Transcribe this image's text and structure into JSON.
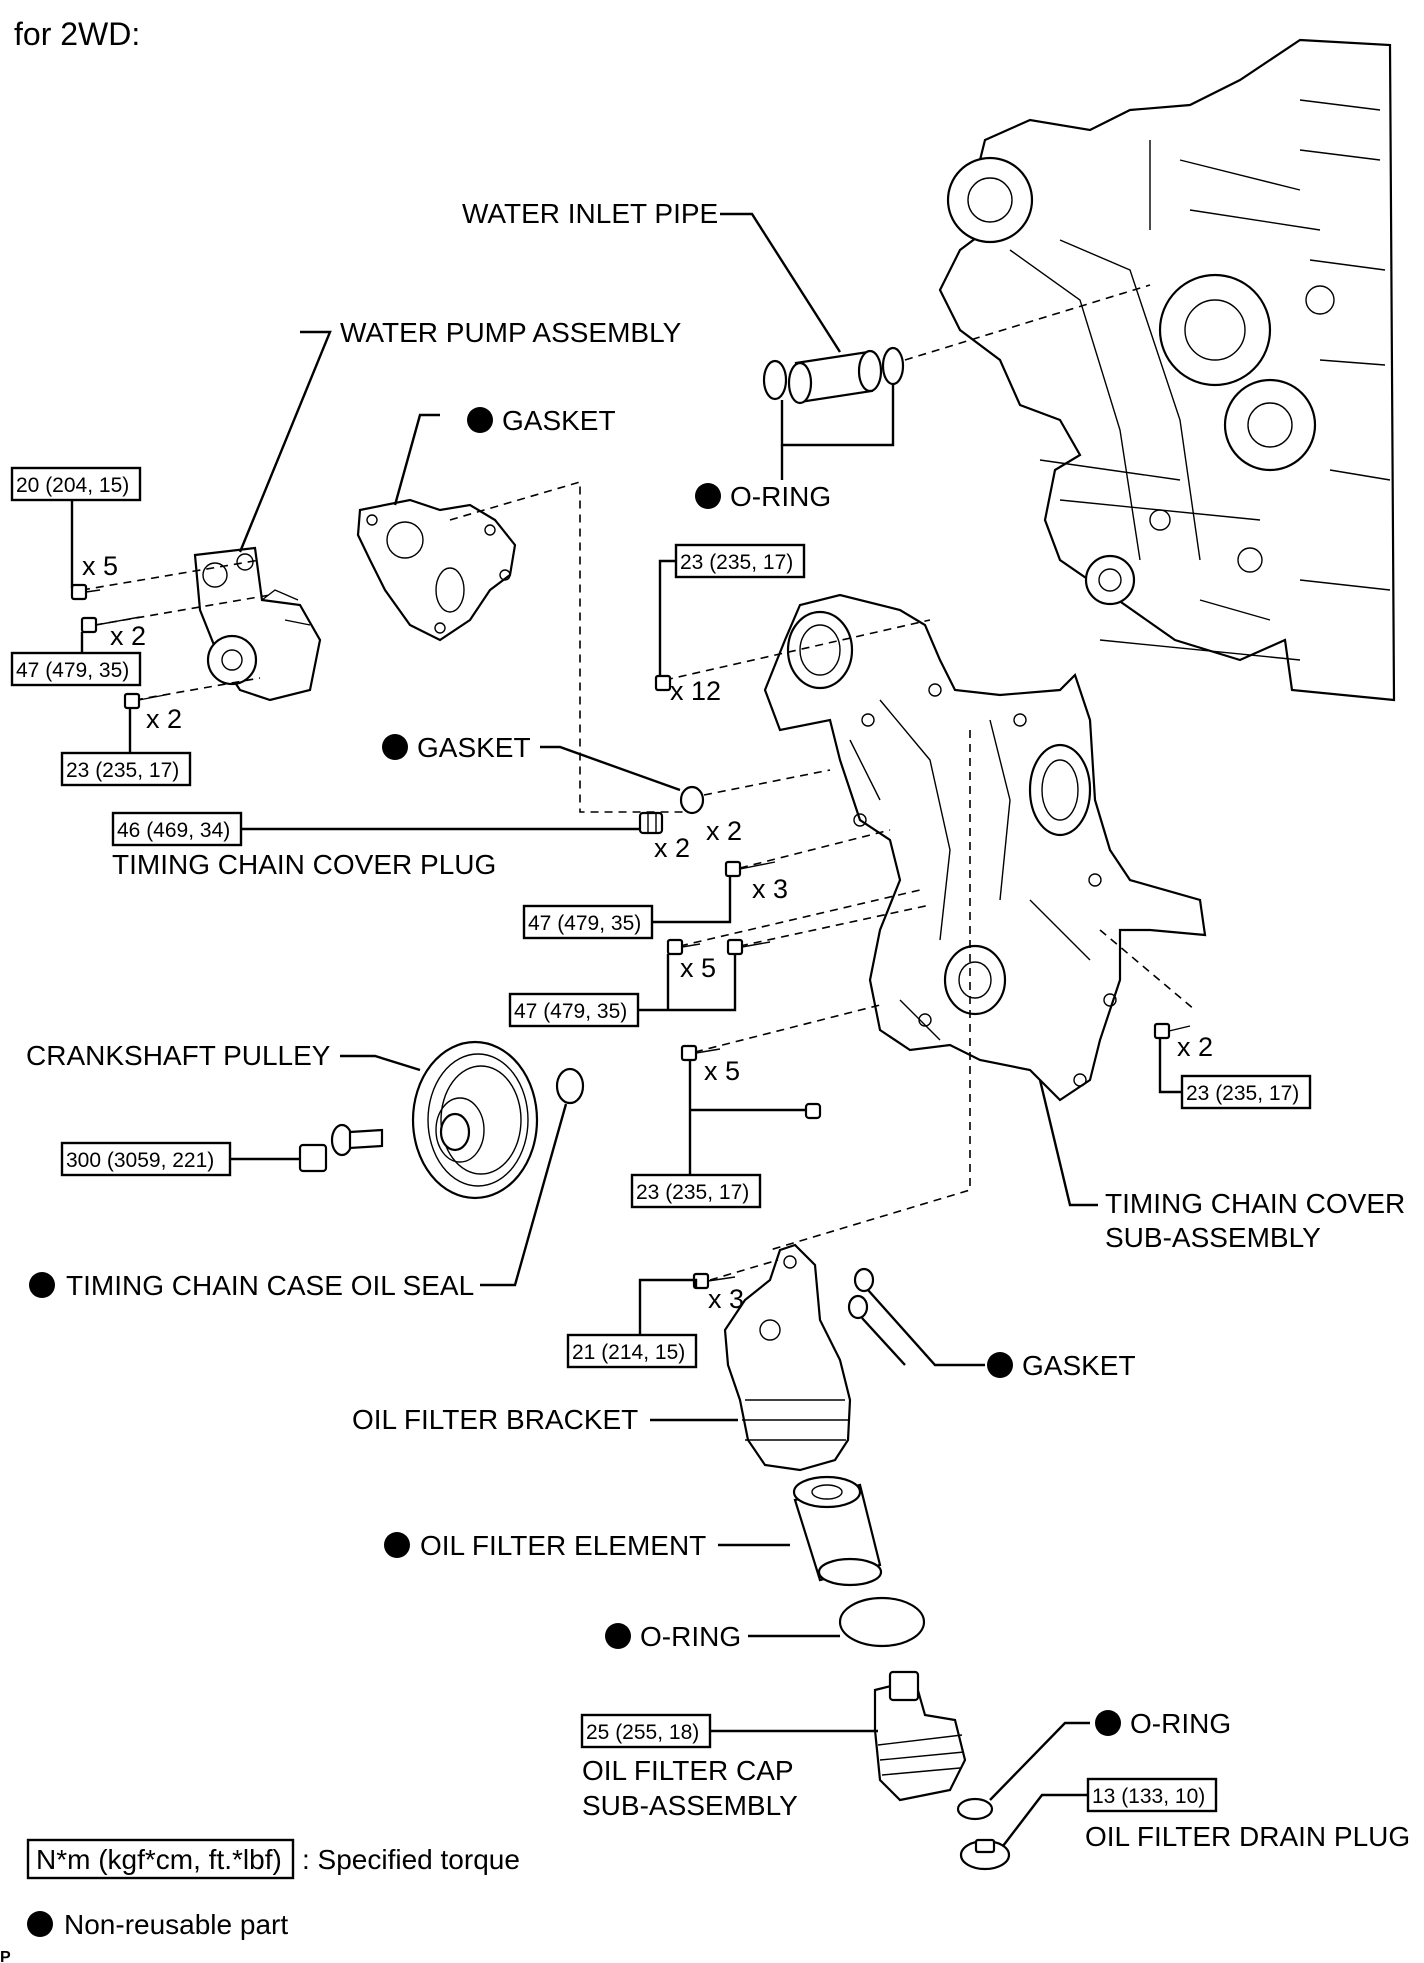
{
  "title": "for 2WD:",
  "footer_letter": "P",
  "legend": {
    "torque_box": "N*m (kgf*cm, ft.*lbf)",
    "torque_text": ": Specified torque",
    "nonreusable_text": "Non-reusable part"
  },
  "labels": {
    "water_inlet_pipe": "WATER INLET PIPE",
    "water_pump_assembly": "WATER PUMP ASSEMBLY",
    "gasket_pump": "GASKET",
    "o_ring_pipe": "O-RING",
    "gasket_plug": "GASKET",
    "timing_chain_cover_plug": "TIMING CHAIN COVER PLUG",
    "crankshaft_pulley": "CRANKSHAFT PULLEY",
    "timing_chain_case_oil_seal": "TIMING CHAIN CASE OIL SEAL",
    "timing_chain_cover_line1": "TIMING CHAIN COVER",
    "timing_chain_cover_line2": "SUB-ASSEMBLY",
    "gasket_bracket": "GASKET",
    "oil_filter_bracket": "OIL FILTER BRACKET",
    "oil_filter_element": "OIL FILTER ELEMENT",
    "o_ring_filter": "O-RING",
    "oil_filter_cap_line1": "OIL FILTER CAP",
    "oil_filter_cap_line2": "SUB-ASSEMBLY",
    "o_ring_drain": "O-RING",
    "oil_filter_drain_plug": "OIL FILTER DRAIN PLUG"
  },
  "torques": {
    "pump_top": "20 (204, 15)",
    "pump_mid": "47 (479, 35)",
    "pump_low": "23 (235, 17)",
    "cover_top": "23 (235, 17)",
    "cover_plug": "46 (469, 34)",
    "cover_47a": "47 (479, 35)",
    "cover_47b": "47 (479, 35)",
    "cover_right": "23 (235, 17)",
    "cover_bottom": "23 (235, 17)",
    "crank_pulley": "300 (3059, 221)",
    "bracket": "21 (214, 15)",
    "filter_cap": "25 (255, 18)",
    "drain_plug": "13 (133, 10)"
  },
  "counts": {
    "pump_top": "x 5",
    "pump_mid": "x 2",
    "pump_low": "x 2",
    "cover_top": "x 12",
    "plug_gasket": "x 2",
    "plug": "x 2",
    "cover_47a": "x 3",
    "cover_47b": "x 5",
    "cover_right": "x 2",
    "cover_bottom": "x 5",
    "bracket": "x 3"
  }
}
